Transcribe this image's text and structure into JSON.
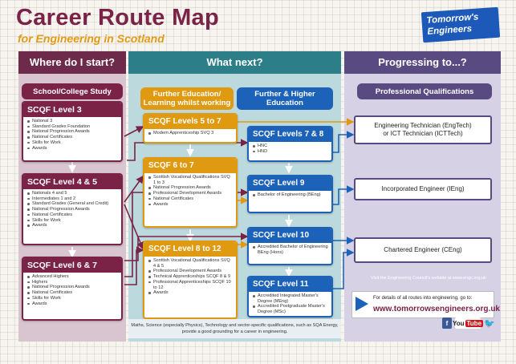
{
  "header": {
    "title": "Career Route Map",
    "subtitle": "for Engineering in Scotland",
    "logo_line1": "Tomorrow's",
    "logo_line2": "Engineers"
  },
  "columns": {
    "start": "Where do I start?",
    "next": "What next?",
    "progress": "Progressing to...?"
  },
  "subheads": {
    "school": "School/College Study",
    "fe": "Further Education/\nLearning whilst working",
    "he": "Further & Higher\nEducation",
    "prof": "Professional Qualifications"
  },
  "school": [
    {
      "title": "SCQF Level 3",
      "items": [
        "National 3",
        "Standard Grades Foundation",
        "National Progression Awards",
        "National Certificates",
        "Skills for Work",
        "Awards"
      ]
    },
    {
      "title": "SCQF Level 4 & 5",
      "items": [
        "Nationals 4 and 5",
        "Intermediates 1 and 2",
        "Standard Grades (General and Credit)",
        "National Progression Awards",
        "National Certificates",
        "Skills for Work",
        "Awards"
      ]
    },
    {
      "title": "SCQF Level 6 & 7",
      "items": [
        "Advanced Highers",
        "Highers",
        "National Progression Awards",
        "National Certificates",
        "Skills for Work",
        "Awards"
      ]
    }
  ],
  "fe": [
    {
      "title": "SCQF Levels 5 to 7",
      "items": [
        "Modern Apprenticeship SVQ 3"
      ]
    },
    {
      "title": "SCQF 6 to 7",
      "items": [
        "Scottish Vocational Qualifications SVQ 1 to 3",
        "National Progression Awards",
        "Professional Development Awards",
        "National Certificates",
        "Awards"
      ]
    },
    {
      "title": "SCQF Level 8 to 12",
      "items": [
        "Scottish Vocational Qualifications SVQ 4 & 5",
        "Professional Development Awards",
        "Technical Apprenticeships SCQF 8 & 9",
        "Professional Apprenticeships SCQF 10 to 12",
        "Awards"
      ]
    }
  ],
  "he": [
    {
      "title": "SCQF Levels 7 & 8",
      "items": [
        "HNC",
        "HND"
      ]
    },
    {
      "title": "SCQF Level 9",
      "items": [
        "Bachelor of Engineering (BEng)"
      ]
    },
    {
      "title": "SCQF Level 10",
      "items": [
        "Accredited Bachelor of Engineering BEng (Hons)"
      ]
    },
    {
      "title": "SCQF Level 11",
      "items": [
        "Accredited Integrated Master's Degree (MEng)",
        "Accredited Postgraduate Master's Degree (MSc)"
      ]
    }
  ],
  "prof": {
    "p1": "Engineering Technician (EngTech)\nor ICT Technician (ICTTech)",
    "p2": "Incorporated Engineer (IEng)",
    "p3": "Chartered Engineer (CEng)"
  },
  "note": "Visit the Engineering Council's website at www.engc.org.uk",
  "callout": {
    "line1": "For details of all routes into engineering, go to:",
    "url": "www.tomorrowsengineers.org.uk"
  },
  "footer": "Maths, Science (especially Physics), Technology and sector-specific qualifications, such as SQA Energy, provide a good grounding for a career in engineering.",
  "social": {
    "facebook": "f",
    "youtube1": "You",
    "youtube2": "Tube"
  },
  "colors": {
    "burgundy": "#7a2347",
    "orange": "#e09a12",
    "blue": "#1b62b8",
    "purple": "#5a4a82",
    "teal": "#2c7f88"
  }
}
